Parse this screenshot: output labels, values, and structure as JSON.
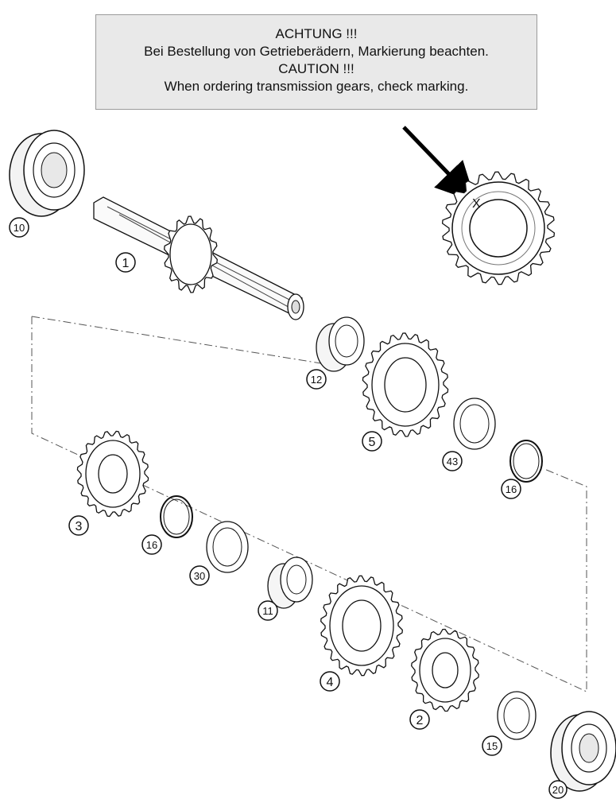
{
  "notice": {
    "line1": "ACHTUNG !!!",
    "line2": "Bei Bestellung von Getrieberädern, Markierung beachten.",
    "line3": "CAUTION !!!",
    "line4": "When ordering transmission gears, check marking."
  },
  "marker": "X",
  "callouts": {
    "c1": "1",
    "c2": "2",
    "c3": "3",
    "c4": "4",
    "c5": "5",
    "c10": "10",
    "c11": "11",
    "c12": "12",
    "c15": "15",
    "c16a": "16",
    "c16b": "16",
    "c20": "20",
    "c30": "30",
    "c43": "43"
  }
}
